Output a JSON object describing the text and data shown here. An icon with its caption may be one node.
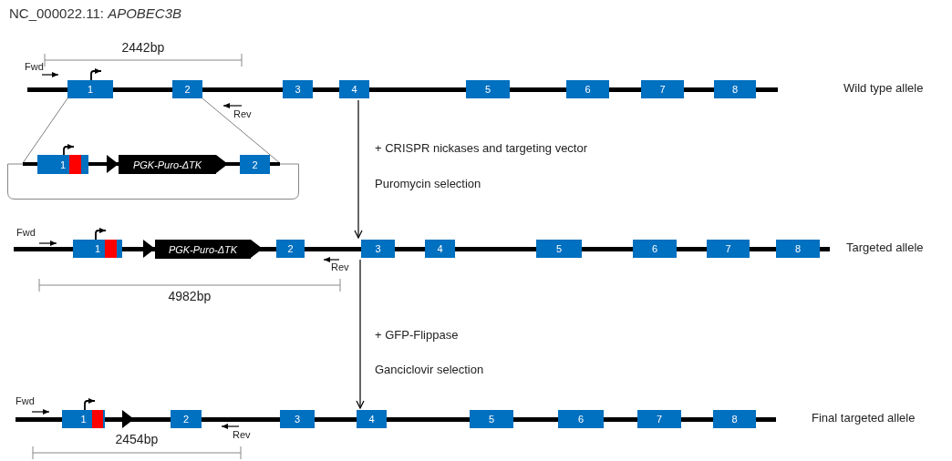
{
  "diagram": {
    "title": "NC_000022.11: *APOBEC3B*",
    "nodes": [
      {
        "text": [
          "Wild type allele"
        ]
      },
      {
        "text": [
          "1"
        ],
        "in": 0
      },
      {
        "text": [
          "2"
        ],
        "in": 0
      },
      {
        "text": [
          "3"
        ],
        "in": 0
      },
      {
        "text": [
          "4"
        ],
        "in": 0
      },
      {
        "text": [
          "5"
        ],
        "in": 0
      },
      {
        "text": [
          "6"
        ],
        "in": 0
      },
      {
        "text": [
          "7"
        ],
        "in": 0
      },
      {
        "text": [
          "8"
        ],
        "in": 0
      },
      {
        "text": [],
        "shape": "box"
      },
      {
        "text": [
          "1"
        ]
      },
      {
        "text": [
          "PGK-Puro-ΔTK"
        ]
      },
      {
        "text": [
          "2"
        ]
      },
      {
        "text": [
          "Targeted allele"
        ]
      },
      {
        "text": [
          "1"
        ],
        "in": 13
      },
      {
        "text": [
          "PGK-Puro-ΔTK"
        ],
        "in": 13
      },
      {
        "text": [
          "2"
        ],
        "in": 13
      },
      {
        "text": [
          "3"
        ],
        "in": 13
      },
      {
        "text": [
          "4"
        ],
        "in": 13
      },
      {
        "text": [
          "5"
        ],
        "in": 13
      },
      {
        "text": [
          "6"
        ],
        "in": 13
      },
      {
        "text": [
          "7"
        ],
        "in": 13
      },
      {
        "text": [
          "8"
        ],
        "in": 13
      },
      {
        "text": [
          "Final targeted allele"
        ]
      },
      {
        "text": [
          "1"
        ],
        "in": 23
      },
      {
        "text": [
          "2"
        ],
        "in": 23
      },
      {
        "text": [
          "3"
        ],
        "in": 23
      },
      {
        "text": [
          "4"
        ],
        "in": 23
      },
      {
        "text": [
          "5"
        ],
        "in": 23
      },
      {
        "text": [
          "6"
        ],
        "in": 23
      },
      {
        "text": [
          "7"
        ],
        "in": 23
      },
      {
        "text": [
          "8"
        ],
        "in": 23
      }
    ],
    "edges": [
      {
        "from": 0,
        "to": 13,
        "arrow": "to"
      },
      {
        "from": 13,
        "to": 23,
        "arrow": "to"
      },
      {
        "from": 1,
        "to": 9,
        "arrow": "none",
        "color": "#808080"
      },
      {
        "from": 2,
        "to": 9,
        "arrow": "none",
        "color": "#808080"
      }
    ],
    "labels": [
      "2442bp",
      "Fwd",
      "Rev",
      "+ CRISPR nickases and targeting vector",
      "Puromycin selection",
      "Fwd",
      "Rev",
      "4982bp",
      "+ GFP-Flippase",
      "Ganciclovir selection",
      "Fwd",
      "Rev",
      "2454bp"
    ]
  }
}
